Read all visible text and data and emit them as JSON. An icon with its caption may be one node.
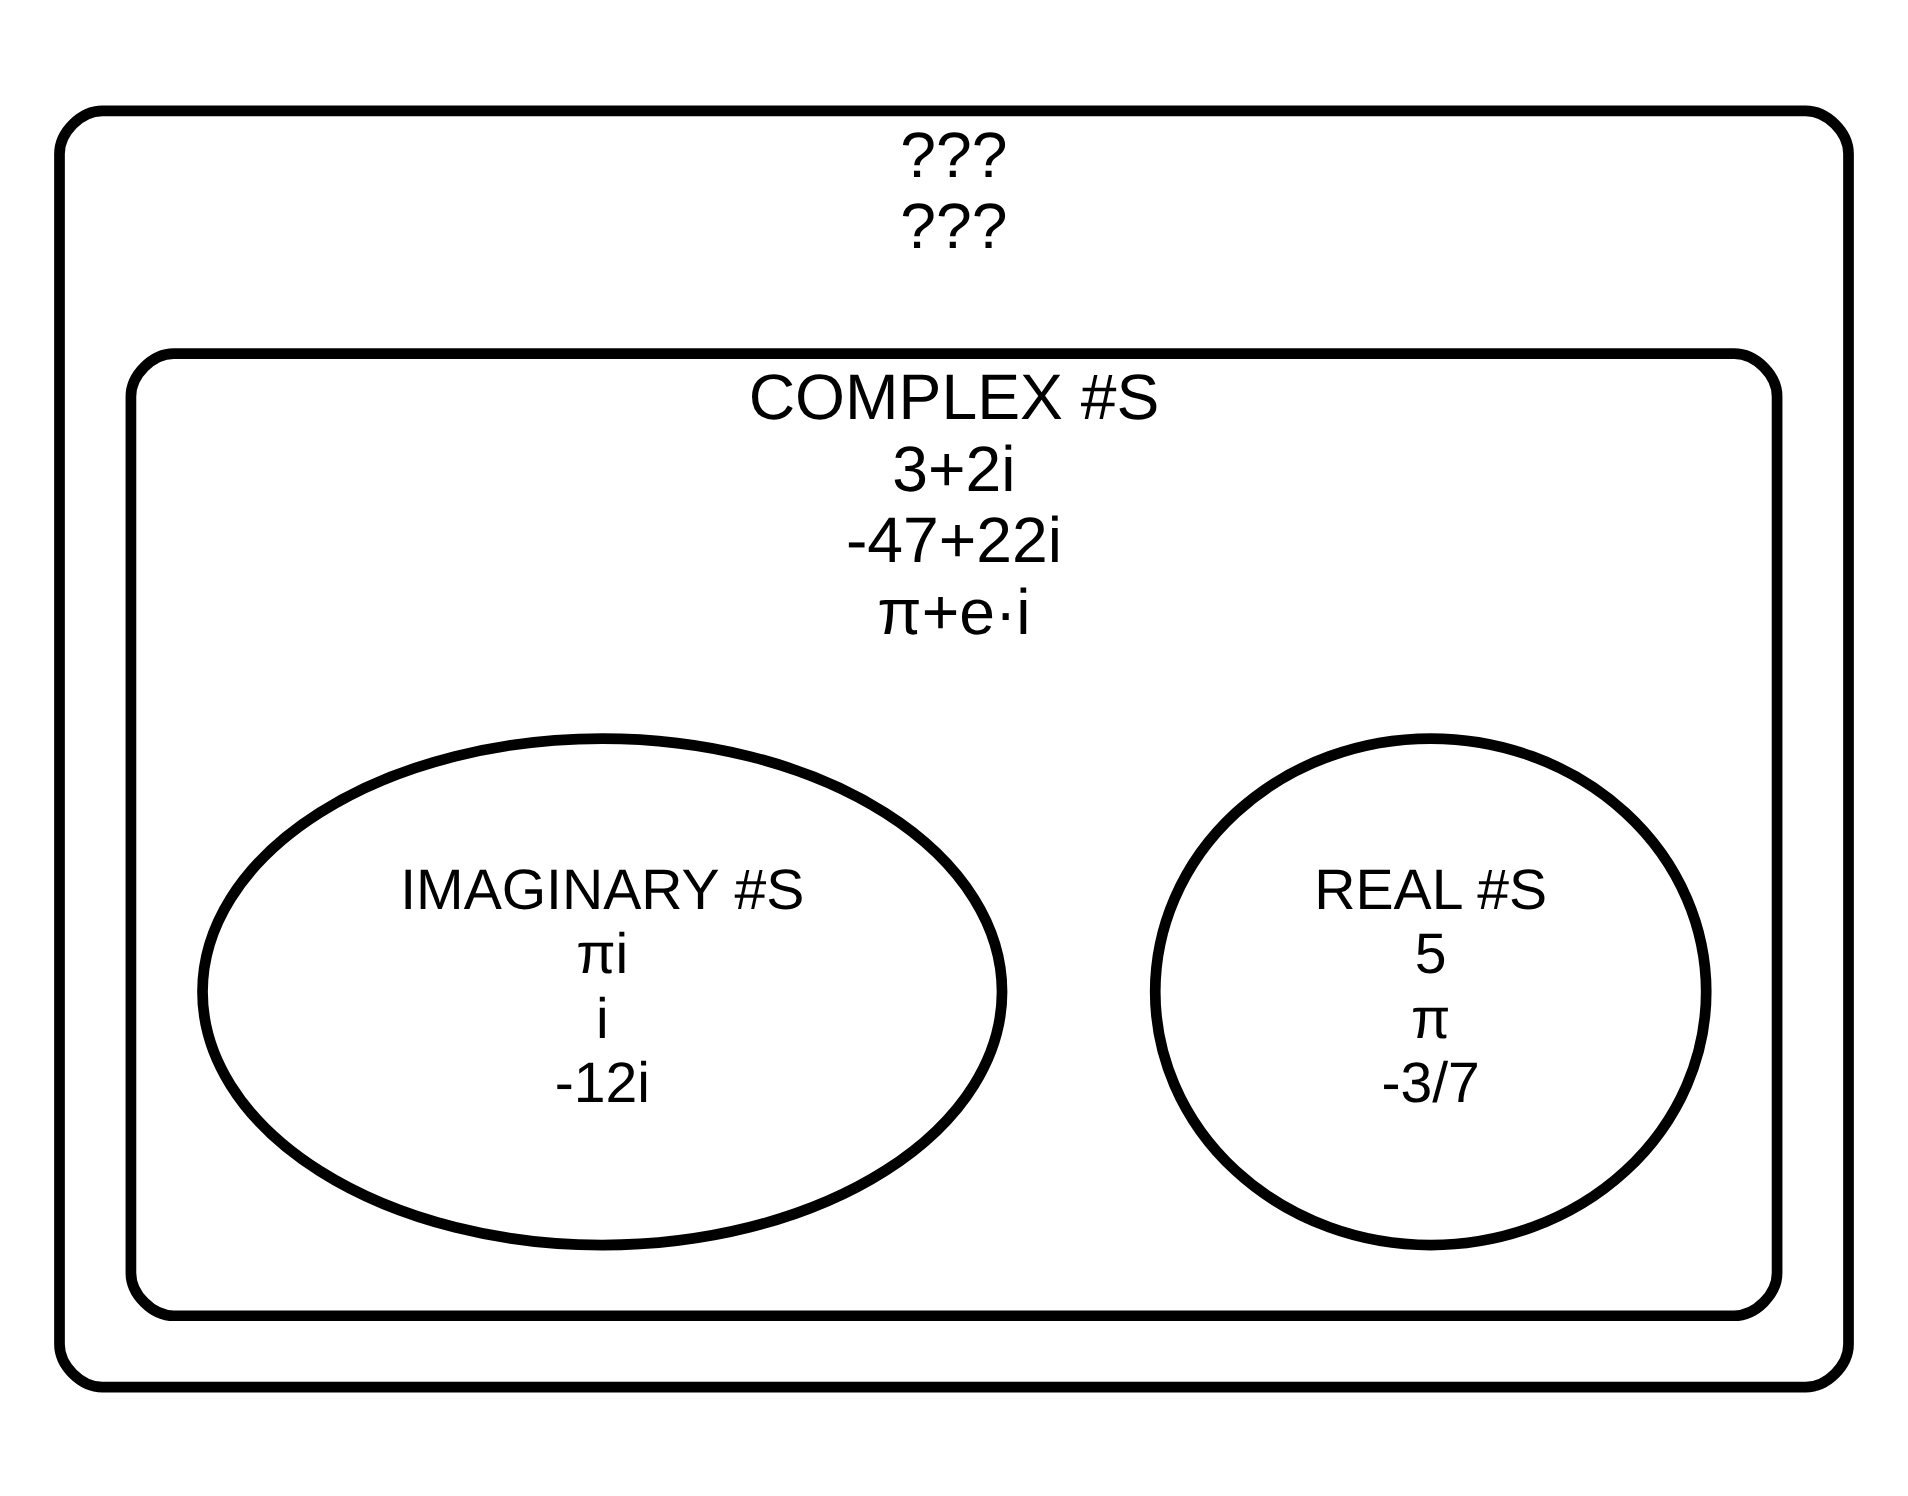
{
  "diagram": {
    "nodes": [
      {
        "text": [
          "???",
          "???"
        ]
      },
      {
        "text": [
          "COMPLEX #S",
          "3+2i",
          "-47+22i",
          "π+e·i"
        ],
        "in": 0
      },
      {
        "text": [
          "REAL #S",
          "5",
          "π",
          "-3/7"
        ],
        "in": 1
      },
      {
        "text": [
          "IMAGINARY #S",
          "πi",
          "i",
          "-12i"
        ],
        "in": 1
      }
    ],
    "edges": []
  }
}
